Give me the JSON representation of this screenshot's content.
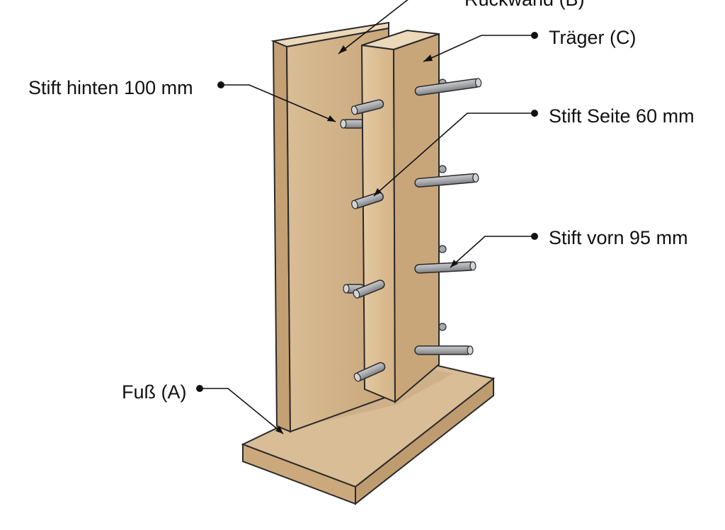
{
  "labels": {
    "rueckwand": "Rückwand (B)",
    "traeger": "Träger (C)",
    "stift_hinten": "Stift hinten 100 mm",
    "stift_seite": "Stift Seite 60 mm",
    "stift_vorn": "Stift vorn 95 mm",
    "fuss": "Fuß (A)"
  },
  "colors": {
    "wood_front": "#d9bb91",
    "wood_side": "#c9a97c",
    "wood_top": "#ecd9ba",
    "wood_shadow": "#b8956a",
    "base_top": "#d8bd96",
    "base_front": "#cba97d",
    "peg": "#a7a9ac",
    "peg_end": "#d2d3d5",
    "outline": "#2a2a2a",
    "leader": "#111111"
  }
}
